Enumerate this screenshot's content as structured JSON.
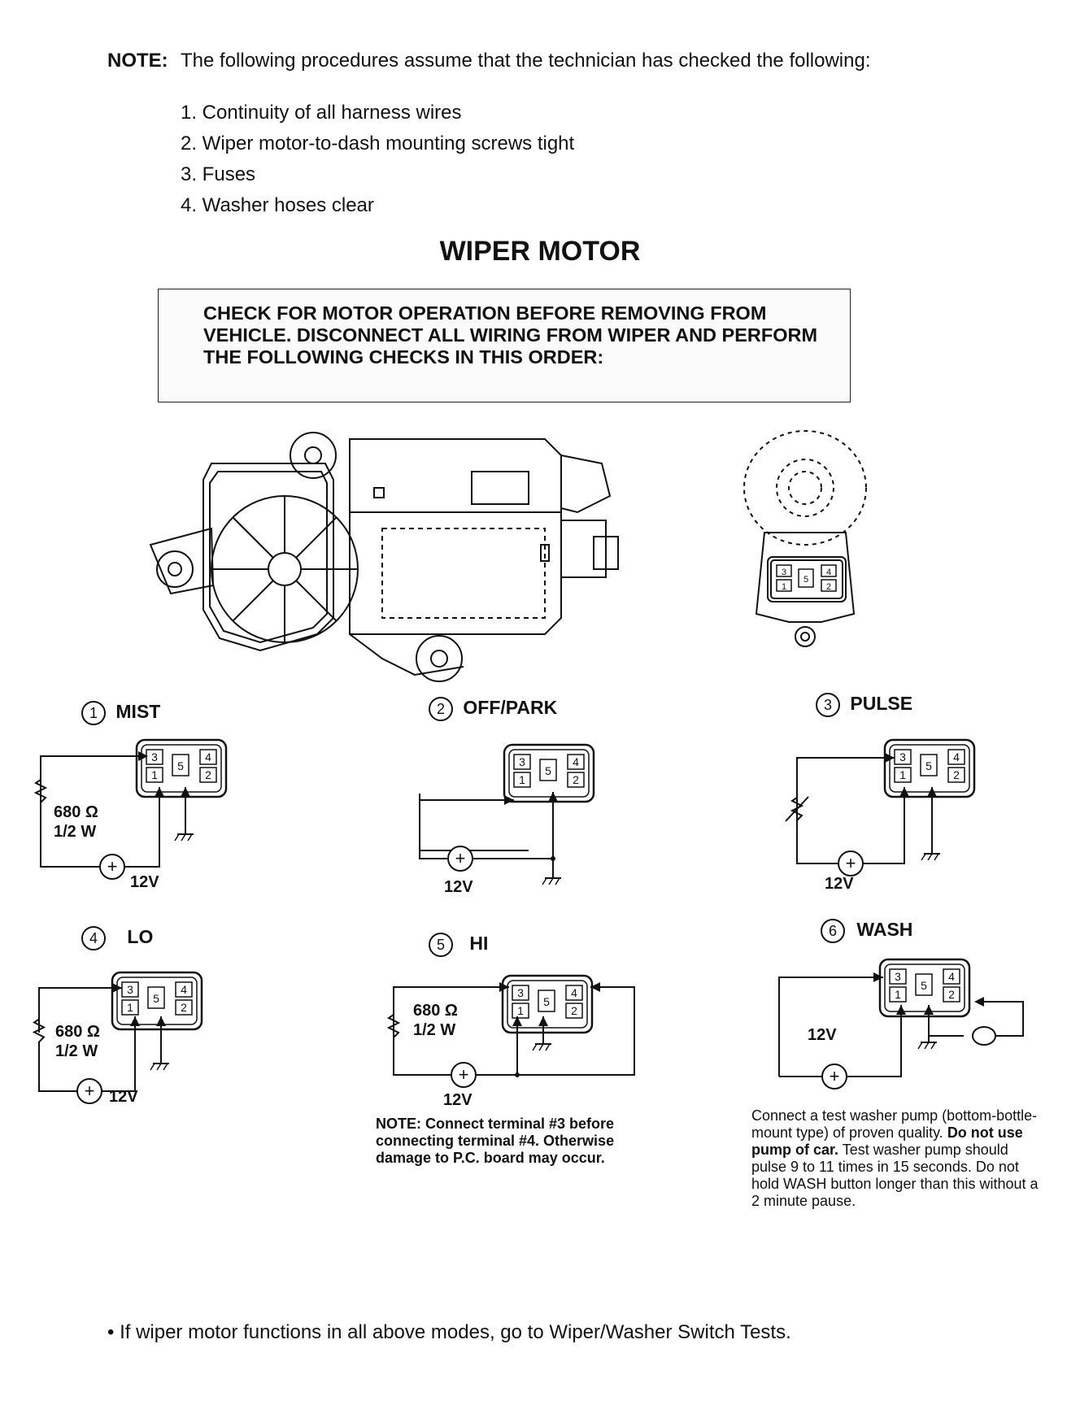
{
  "note": {
    "label": "NOTE:",
    "intro": "The following procedures assume that the technician has checked the following:",
    "items": [
      "1. Continuity of all harness wires",
      "2. Wiper motor-to-dash mounting screws tight",
      "3. Fuses",
      "4. Washer hoses clear"
    ]
  },
  "title": "WIPER MOTOR",
  "warning": "CHECK FOR MOTOR OPERATION BEFORE REMOVING FROM VEHICLE. DISCONNECT ALL WIRING FROM WIPER AND PERFORM THE FOLLOWING CHECKS IN THIS ORDER:",
  "terminals": [
    "3",
    "1",
    "5",
    "4",
    "2"
  ],
  "tests": [
    {
      "num": "1",
      "name": "MIST",
      "resistor": "680 Ω",
      "watt": "1/2 W",
      "voltage": "12V"
    },
    {
      "num": "2",
      "name": "OFF/PARK",
      "voltage": "12V"
    },
    {
      "num": "3",
      "name": "PULSE",
      "voltage": "12V"
    },
    {
      "num": "4",
      "name": "LO",
      "resistor": "680 Ω",
      "watt": "1/2 W",
      "voltage": "12V"
    },
    {
      "num": "5",
      "name": "HI",
      "resistor": "680 Ω",
      "watt": "1/2 W",
      "voltage": "12V"
    },
    {
      "num": "6",
      "name": "WASH",
      "voltage": "12V"
    }
  ],
  "hi_note": "NOTE: Connect terminal #3 before connecting terminal #4. Otherwise damage to P.C. board may occur.",
  "wash_note": {
    "p1": "Connect a test washer pump (bottom-bottle-mount type) of proven quality.",
    "p2": "Do not use pump of car.",
    "p3": "Test washer pump should pulse 9 to 11 times in 15 seconds. Do not hold WASH button longer than this without a 2 minute pause."
  },
  "footer": "• If wiper motor functions in all above modes, go to Wiper/Washer Switch Tests."
}
